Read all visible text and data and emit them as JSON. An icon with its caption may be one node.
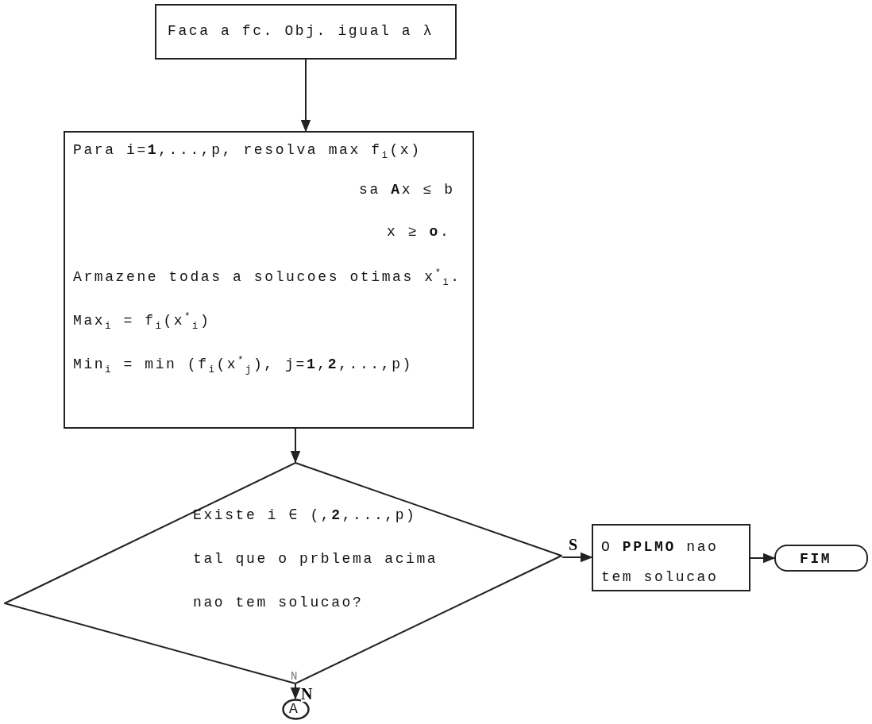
{
  "diagram": {
    "nodes": [
      {
        "text": [
          "Faca a fc. Obj. igual a λ"
        ]
      },
      {
        "text": [
          "Para i=**1**,...,p, resolva max f$_{i}$(x)",
          "sa **A**x ≤ b",
          "x ≥ **o**.",
          "Armazene todas a solucoes otimas x$^{*}$$_{i}$.",
          "Max$_{i}$ = f$_{i}$(x$^{*}$$_{i}$)",
          "Min$_{i}$ = min (f$_{i}$(x$^{*}$$_{j}$), j=**1**,**2**,...,p)"
        ]
      },
      {
        "text": [
          "Existe i ∈ (,**2**,...,p) tal que o prblema acima nao tem solucao?"
        ]
      },
      {
        "text": [
          "O **PPLMO** nao tem solucao"
        ]
      },
      {
        "text": [
          "FIM"
        ]
      },
      {
        "text": [
          "A"
        ]
      }
    ],
    "edges": [
      {
        "from": 0,
        "to": 1,
        "arrow": "to"
      },
      {
        "from": 1,
        "to": 2,
        "arrow": "to"
      },
      {
        "from": 2,
        "to": 3,
        "arrow": "to",
        "label": "S"
      },
      {
        "from": 3,
        "to": 4,
        "arrow": "to"
      },
      {
        "from": 2,
        "to": 5,
        "arrow": "to",
        "label": "N"
      }
    ],
    "labels": [
      "N"
    ]
  }
}
